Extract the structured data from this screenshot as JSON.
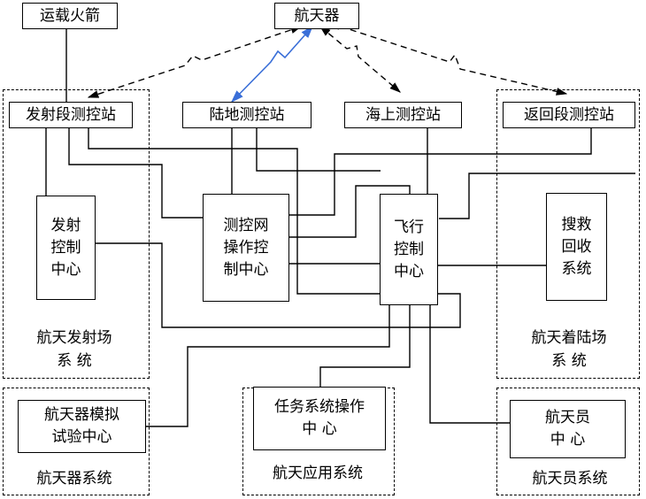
{
  "nodes": {
    "rocket": "运载火箭",
    "spacecraft": "航天器",
    "launch_station": "发射段测控站",
    "land_station": "陆地测控站",
    "sea_station": "海上测控站",
    "return_station": "返回段测控站",
    "launch_control": "发射\n控制\n中心",
    "tt_network": "测控网\n操作控\n制中心",
    "flight_control": "飞行\n控制\n中心",
    "search_rescue": "搜救\n回收\n系统",
    "sim_center": "航天器模拟\n试验中心",
    "mission_ops": "任务系统操作\n中  心",
    "astronaut_center": "航天员\n中  心"
  },
  "groups": {
    "launch_site": "航天发射场\n系  统",
    "landing_site": "航天着陆场\n系  统",
    "spacecraft_sys": "航天器系统",
    "application_sys": "航天应用系统",
    "astronaut_sys": "航天员系统"
  },
  "colors": {
    "line": "#000000",
    "radio_link": "#3a6fd8"
  }
}
